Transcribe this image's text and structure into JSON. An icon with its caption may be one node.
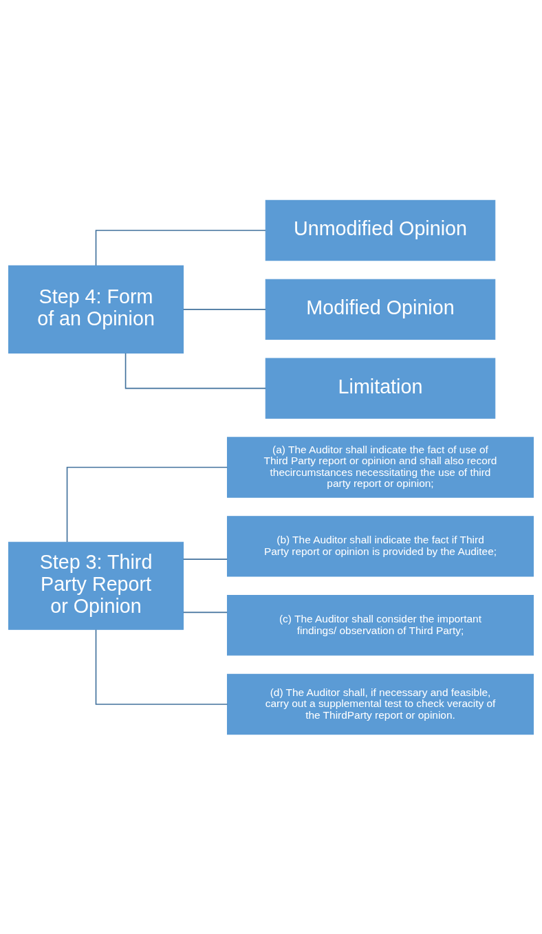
{
  "diagram": {
    "nodes": [
      {
        "text": [
          "Step 3: Third Party Report or Opinion"
        ]
      },
      {
        "text": [
          "(a) The Auditor shall indicate the fact of use of Third Party report or opinion and shall also record thecircumstances necessitating the use of third party report or opinion;"
        ]
      },
      {
        "text": [
          "(b) The Auditor shall indicate the fact if Third Party report or opinion is provided by the Auditee;"
        ]
      },
      {
        "text": [
          "(c) The Auditor shall consider the important findings/ observation of Third Party;"
        ]
      },
      {
        "text": [
          "(d) The Auditor shall, if necessary and feasible, carry out a supplemental test to check veracity of the ThirdParty report or opinion."
        ]
      },
      {
        "text": [
          "Step 4: Form of an Opinion"
        ]
      },
      {
        "text": [
          "Unmodified Opinion"
        ]
      },
      {
        "text": [
          "Modified Opinion"
        ]
      },
      {
        "text": [
          "Limitation"
        ]
      }
    ],
    "edges": [
      {
        "from": 0,
        "to": 1,
        "arrow": "none"
      },
      {
        "from": 0,
        "to": 2,
        "arrow": "none"
      },
      {
        "from": 0,
        "to": 3,
        "arrow": "none"
      },
      {
        "from": 0,
        "to": 4,
        "arrow": "none"
      },
      {
        "from": 5,
        "to": 6,
        "arrow": "none"
      },
      {
        "from": 5,
        "to": 7,
        "arrow": "none"
      },
      {
        "from": 5,
        "to": 8,
        "arrow": "none"
      }
    ]
  }
}
